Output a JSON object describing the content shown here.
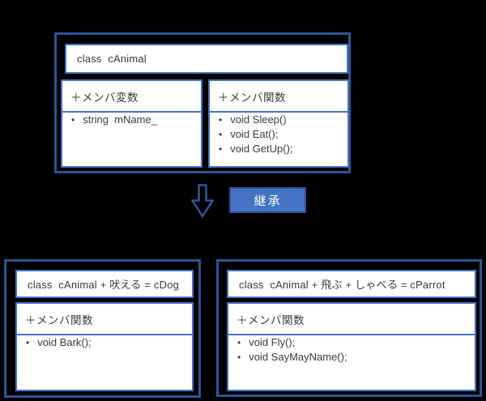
{
  "colors": {
    "background": "#000000",
    "outer_border": "#2F5496",
    "inner_border": "#4472C4",
    "box_fill": "#FFFFFF",
    "text": "#3B3B3B",
    "label_fill": "#4472C4",
    "label_border": "#2F528F",
    "label_text": "#FFFFFF"
  },
  "base_class": {
    "title": "class  cAnimal",
    "variables_header": "＋メンバ変数",
    "variables": [
      "string  mName_"
    ],
    "functions_header": "＋メンバ関数",
    "functions": [
      "void Sleep()",
      "void Eat();",
      "void GetUp();"
    ]
  },
  "inheritance": {
    "label": "継承"
  },
  "dog_class": {
    "title": "class  cAnimal + 吠える = cDog",
    "functions_header": "＋メンバ関数",
    "functions": [
      "void Bark();"
    ]
  },
  "parrot_class": {
    "title": "class  cAnimal + 飛ぶ + しゃべる = cParrot",
    "functions_header": "＋メンバ関数",
    "functions": [
      "void Fly();",
      "void SayMayName();"
    ]
  }
}
